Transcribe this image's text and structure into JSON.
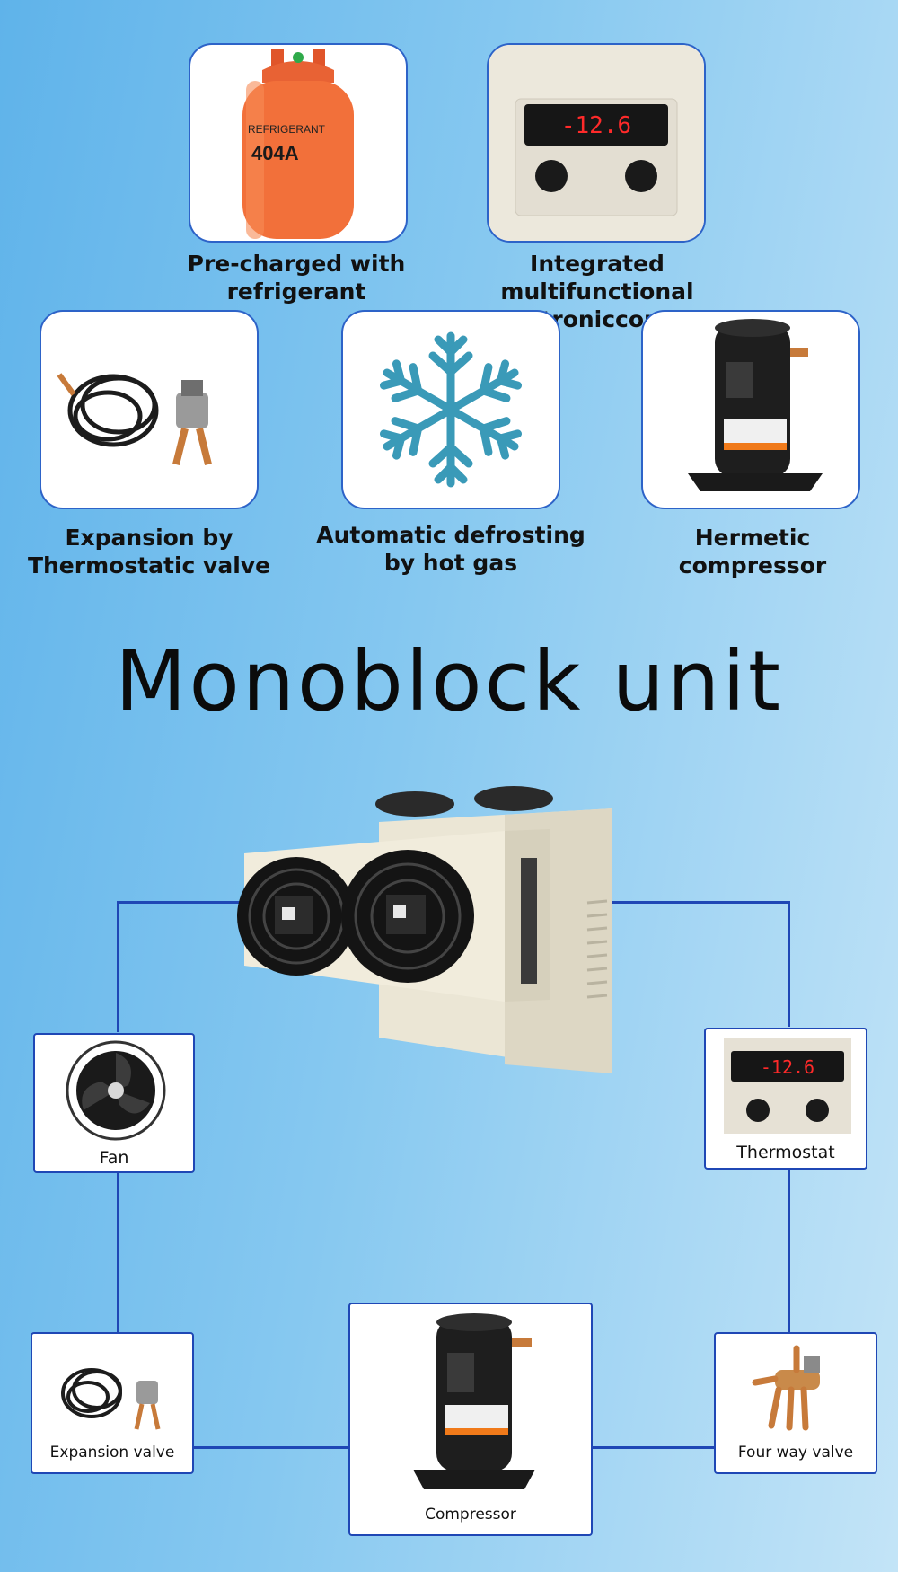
{
  "features": [
    {
      "label_line1": "Pre-charged with",
      "label_line2": "refrigerant",
      "tank_brand": "REFRIGERANT",
      "tank_code": "404A"
    },
    {
      "label_line1": "Integrated multifunctional",
      "label_line2": "electroniccontrol",
      "display": "-12.6"
    },
    {
      "label_line1": "Expansion by",
      "label_line2": "Thermostatic valve"
    },
    {
      "label_line1": "Automatic defrosting",
      "label_line2": "by hot gas"
    },
    {
      "label_line1": "Hermetic compressor"
    }
  ],
  "title": "Monoblock unit",
  "parts": {
    "fan": "Fan",
    "thermostat": "Thermostat",
    "thermostat_display": "-12.6",
    "expansion_valve": "Expansion valve",
    "compressor": "Compressor",
    "four_way_valve": "Four way valve"
  },
  "colors": {
    "accent": "#2d63c8",
    "line": "#1f47b5",
    "tank": "#f2703a",
    "snow": "#3a9ab8"
  }
}
